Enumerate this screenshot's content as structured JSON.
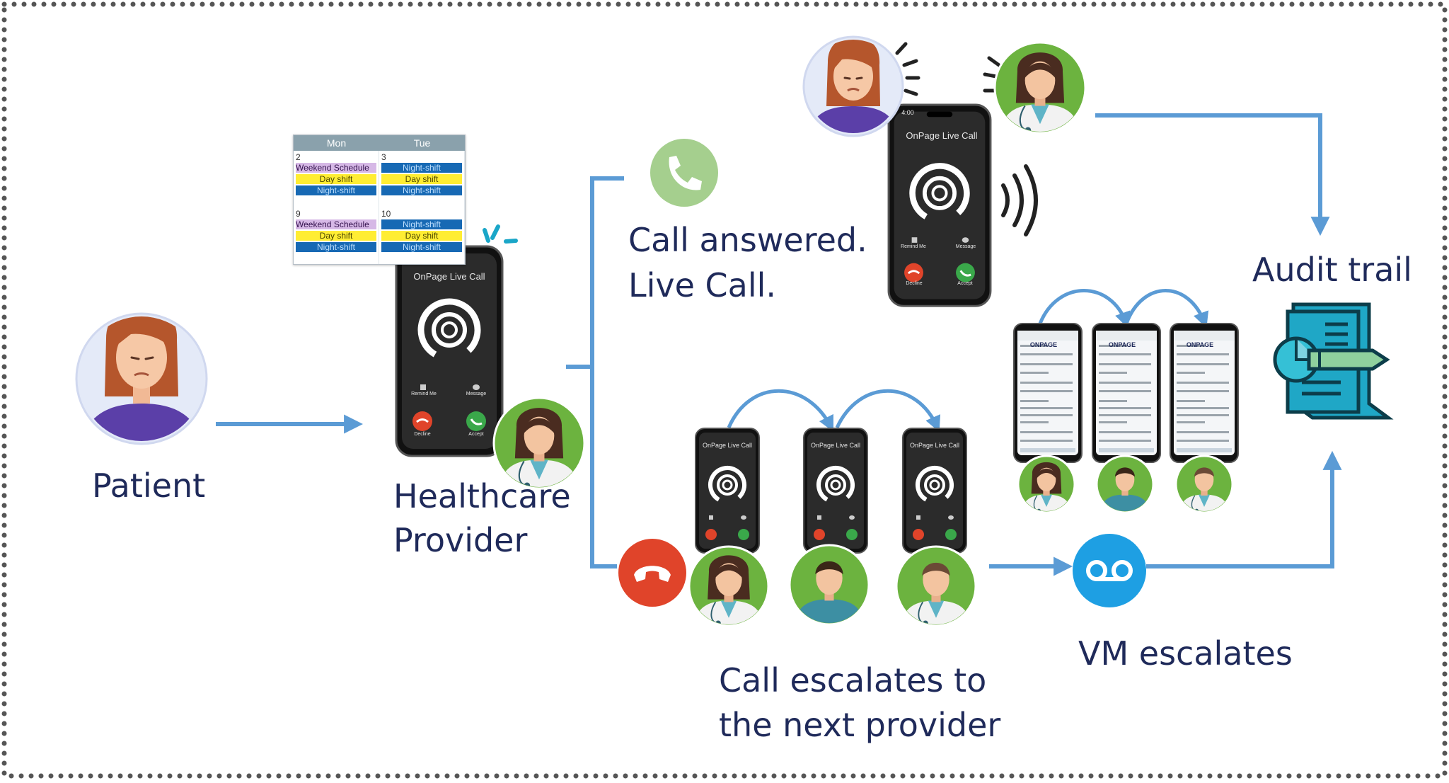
{
  "labels": {
    "patient": "Patient",
    "provider_line1": "Healthcare",
    "provider_line2": "Provider",
    "answered_line1": "Call answered.",
    "answered_line2": "Live Call.",
    "escalate_line1": "Call escalates to",
    "escalate_line2": "the next provider",
    "vm": "VM escalates",
    "audit": "Audit trail"
  },
  "phone_call": {
    "title": "OnPage Live Call",
    "remind_label": "Remind Me",
    "message_label": "Message",
    "decline_label": "Decline",
    "accept_label": "Accept",
    "status_time": "4:00"
  },
  "schedule": {
    "days": [
      "Mon",
      "Tue"
    ],
    "blocks": [
      {
        "dates": [
          "2",
          "3"
        ],
        "mon": [
          "Weekend Schedule",
          "Day shift",
          "Night-shift"
        ],
        "tue": [
          "Night-shift",
          "Day shift",
          "Night-shift"
        ]
      },
      {
        "dates": [
          "9",
          "10"
        ],
        "mon": [
          "Weekend Schedule",
          "Day shift",
          "Night-shift"
        ],
        "tue": [
          "Night-shift",
          "Day shift",
          "Night-shift"
        ]
      }
    ]
  },
  "message_screen": {
    "brand": "ONPAGE"
  },
  "colors": {
    "arrow": "#5b9bd5",
    "text": "#1f2a5a",
    "provider_circle": "#6cb33f",
    "decline": "#e0442a",
    "accept": "#3aa84a",
    "voicemail": "#1e9fe3",
    "phone_glyph_circle": "#a5cf8e",
    "audit_doc": "#1fa7c6"
  },
  "icons": [
    "patient-avatar",
    "doctor-female-icon",
    "doctor-male-icon",
    "nurse-male-icon",
    "phone-accept-icon",
    "phone-decline-icon",
    "voicemail-icon",
    "audit-document-icon",
    "ringing-waves-icon"
  ]
}
